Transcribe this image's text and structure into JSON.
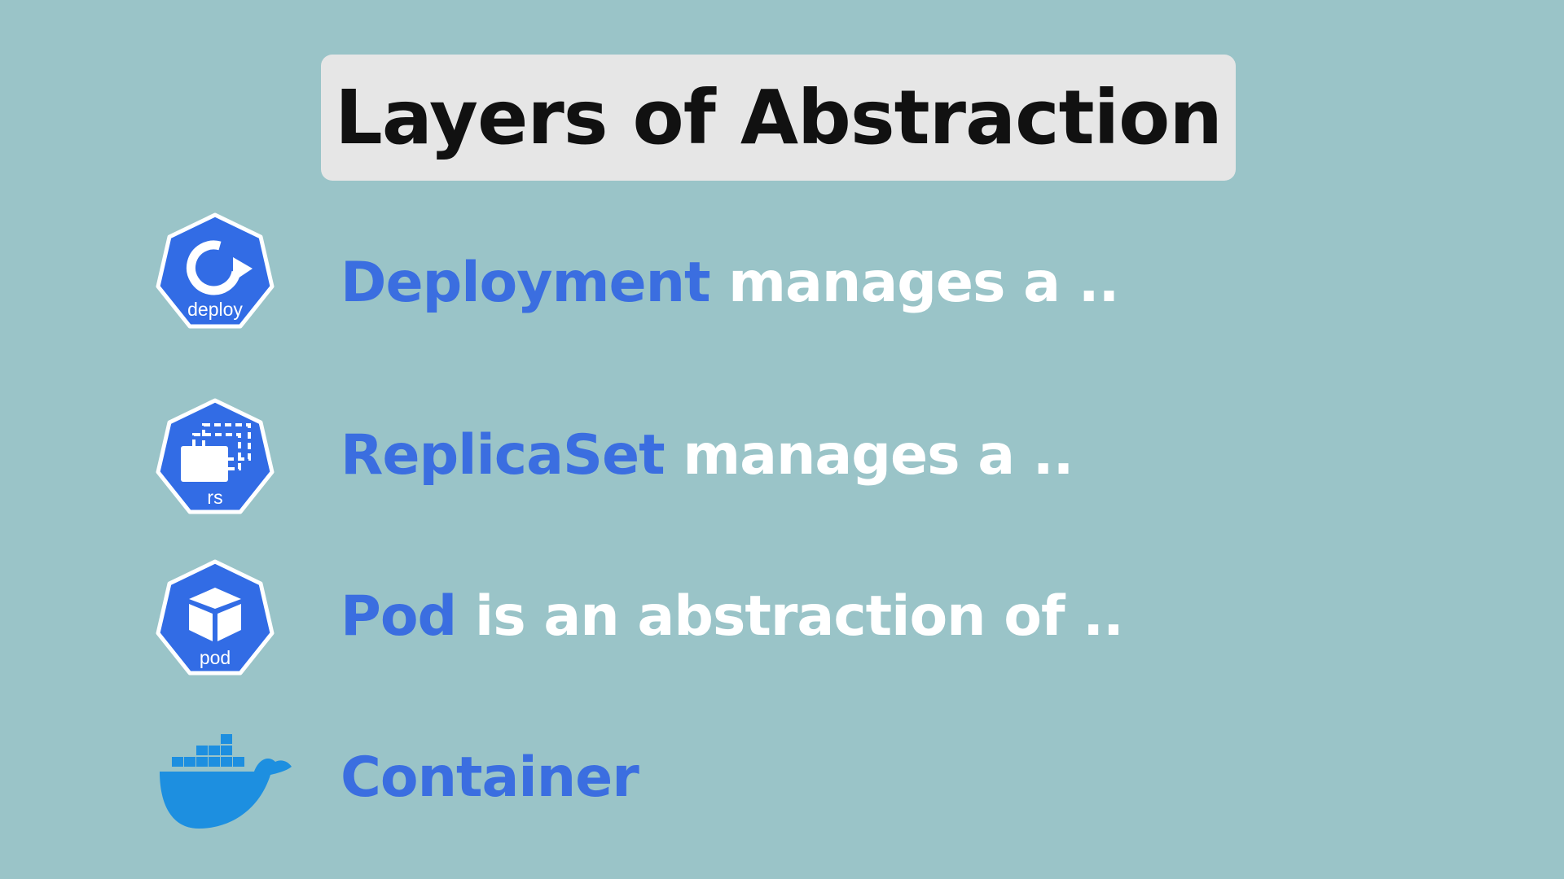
{
  "title": "Layers of Abstraction",
  "colors": {
    "background": "#9ac4c8",
    "title_box": "#e6e6e6",
    "keyword": "#3b6ee0",
    "text": "#ffffff",
    "k8s_blue": "#326ce5",
    "docker_blue": "#1d8fe0"
  },
  "layers": [
    {
      "icon": "deploy-icon",
      "icon_label": "deploy",
      "keyword": "Deployment",
      "rest": "manages a .."
    },
    {
      "icon": "replicaset-icon",
      "icon_label": "rs",
      "keyword": "ReplicaSet",
      "rest": "manages a .."
    },
    {
      "icon": "pod-icon",
      "icon_label": "pod",
      "keyword": "Pod",
      "rest": "is an abstraction of .."
    },
    {
      "icon": "docker-icon",
      "keyword": "Container"
    }
  ]
}
